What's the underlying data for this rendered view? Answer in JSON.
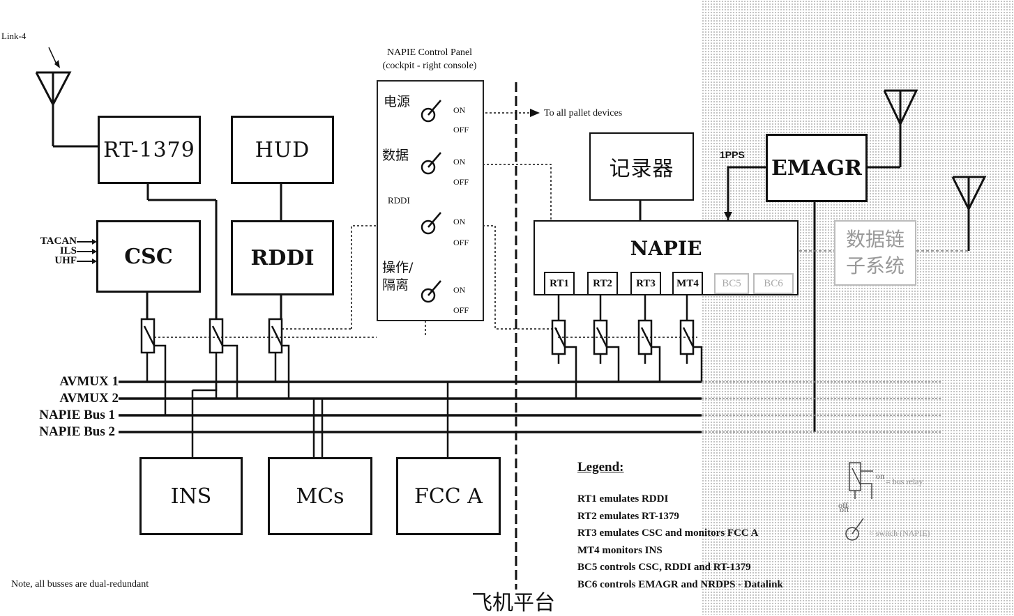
{
  "diagram": {
    "link4_label": "Link-4",
    "boxes": {
      "rt1379": "RT-1379",
      "hud": "HUD",
      "csc": "CSC",
      "rddi": "RDDI",
      "recorder": "记录器",
      "emagr": "EMAGR",
      "napie": "NAPIE",
      "data_system": "数据链\n子系统",
      "ins": "INS",
      "mcs": "MCs",
      "fcc": "FCC A"
    },
    "csc_inputs": [
      "TACAN",
      "ILS",
      "UHF"
    ],
    "pps_label": "1PPS",
    "control_panel": {
      "title_line1": "NAPIE Control Panel",
      "title_line2": "(cockpit - right console)",
      "switches": [
        {
          "label": "电源",
          "on": "ON",
          "off": "OFF"
        },
        {
          "label": "数据",
          "on": "ON",
          "off": "OFF"
        },
        {
          "label": "RDDI",
          "on": "ON",
          "off": "OFF"
        },
        {
          "label": "操作/\n隔离",
          "on": "ON",
          "off": "OFF"
        }
      ]
    },
    "pallet_note": "To all pallet devices",
    "napie_ports": [
      "RT1",
      "RT2",
      "RT3",
      "MT4",
      "BC5",
      "BC6"
    ],
    "buses": [
      "AVMUX 1",
      "AVMUX 2",
      "NAPIE Bus 1",
      "NAPIE Bus 2"
    ],
    "legend": {
      "title": "Legend:",
      "items": [
        "RT1 emulates RDDI",
        "RT2 emulates RT-1379",
        "RT3 emulates CSC and monitors FCC A",
        "MT4 monitors INS",
        "BC5 controls CSC, RDDI and RT-1379",
        "BC6 controls EMAGR and NRDPS - Datalink"
      ],
      "relay_on": "on",
      "relay_off": "off",
      "relay_label": "= bus relay",
      "switch_off": "off",
      "switch_label": "= switch (NAPIE)"
    },
    "note": "Note, all busses are dual-redundant",
    "platform_label": "飞机平台"
  }
}
